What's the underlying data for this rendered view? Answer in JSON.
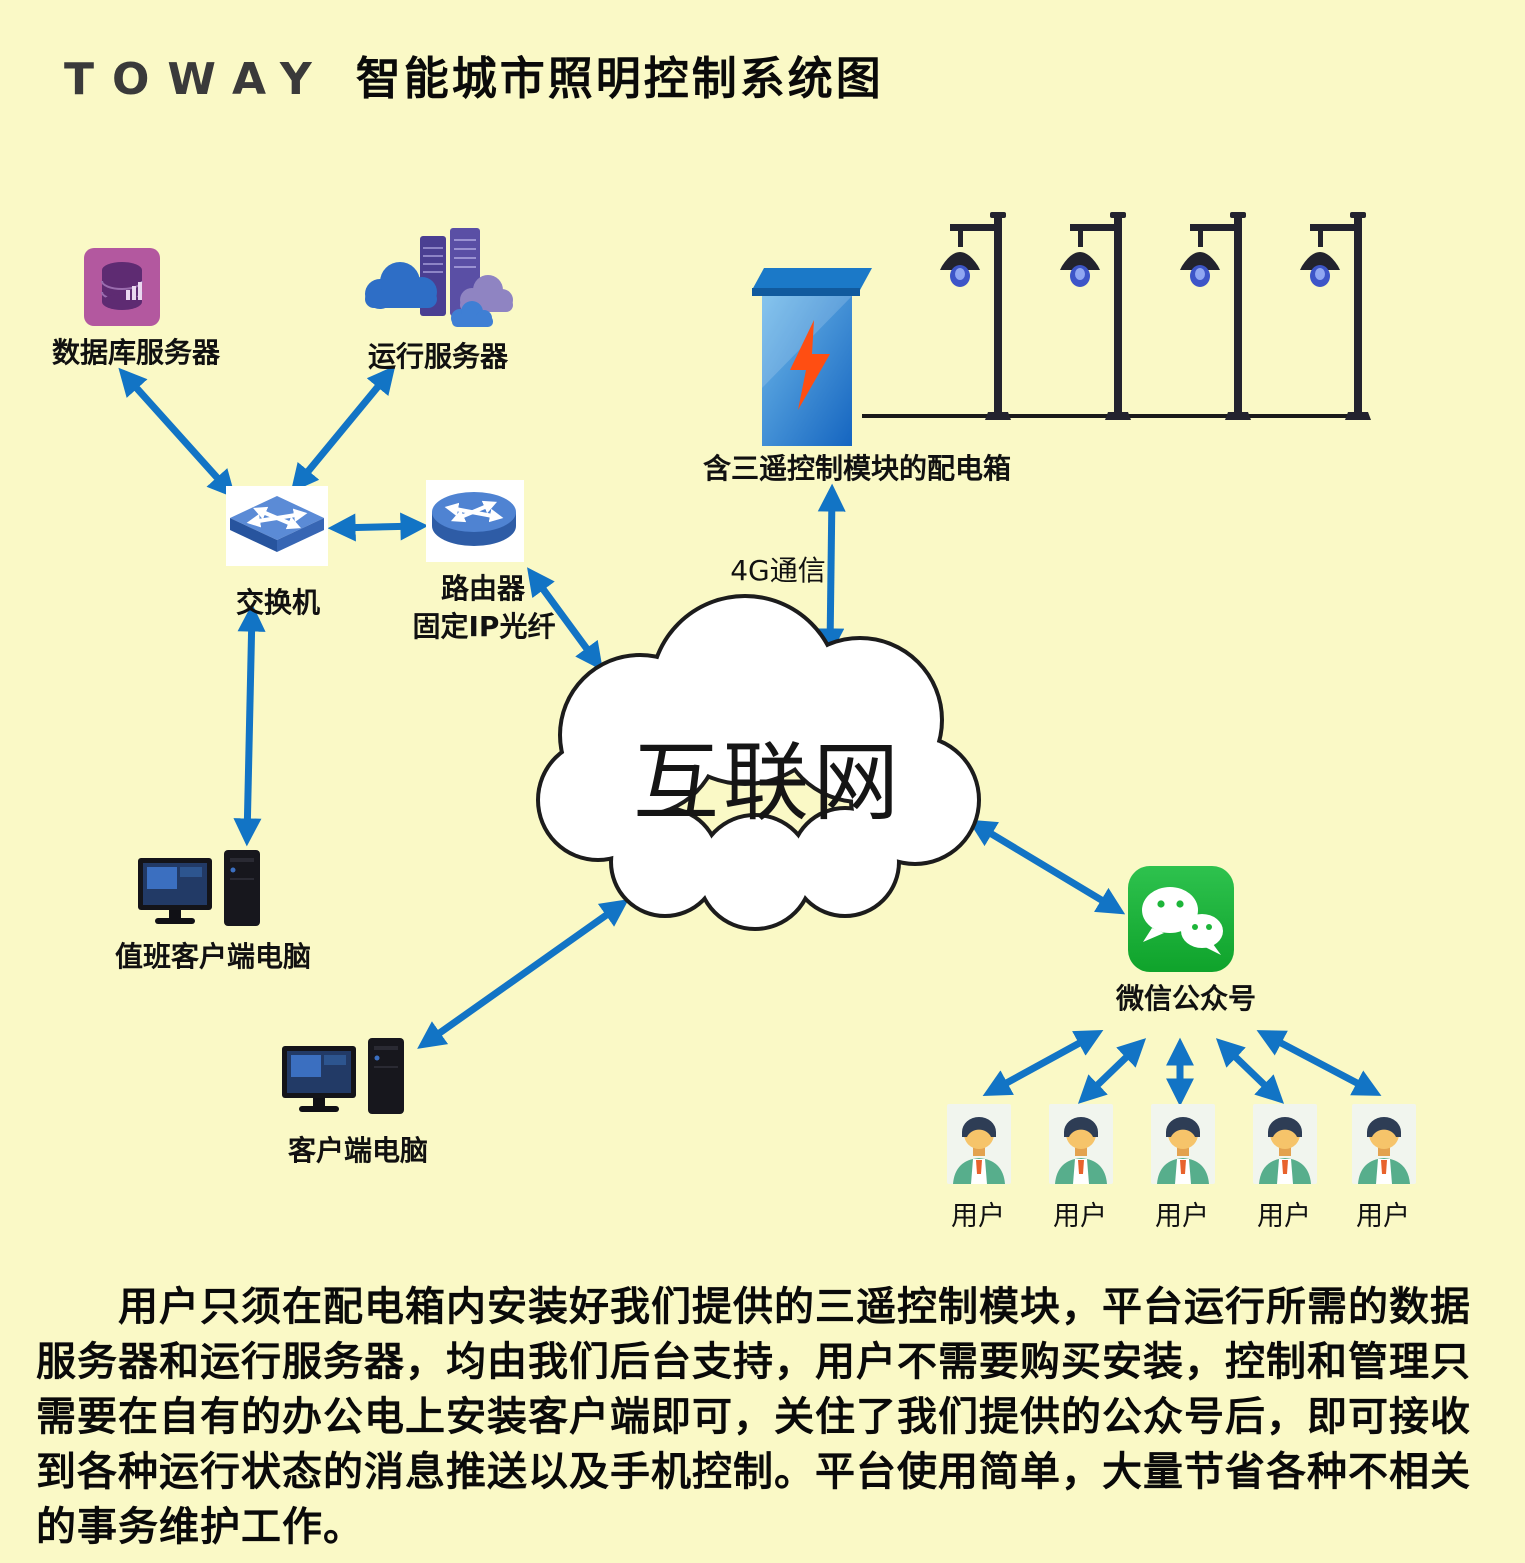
{
  "title": {
    "logo": "TOWAY",
    "text": "智能城市照明控制系统图"
  },
  "labels": {
    "database_server": "数据库服务器",
    "run_server": "运行服务器",
    "switch": "交换机",
    "router": "路由器",
    "router_line": "固定IP光纤",
    "internet": "互联网",
    "distribution_box": "含三遥控制模块的配电箱",
    "comm_4g": "4G通信",
    "duty_client_pc": "值班客户端电脑",
    "client_pc": "客户端电脑",
    "wechat_official": "微信公众号"
  },
  "users": [
    {
      "label": "用户"
    },
    {
      "label": "用户"
    },
    {
      "label": "用户"
    },
    {
      "label": "用户"
    },
    {
      "label": "用户"
    }
  ],
  "description": "用户只须在配电箱内安装好我们提供的三遥控制模块，平台运行所需的数据服务器和运行服务器，均由我们后台支持，用户不需要购买安装，控制和管理只需要在自有的办公电上安装客户端即可，关住了我们提供的公众号后，即可接收到各种运行状态的消息推送以及手机控制。平台使用简单，大量节省各种不相关的事务维护工作。",
  "colors": {
    "background": "#FAF9C6",
    "arrow_blue": "#1274C5",
    "wechat_green": "#1DB539",
    "box_blue": "#1B79C8",
    "database_purple": "#B3589F",
    "lamp_dark": "#23232E"
  }
}
